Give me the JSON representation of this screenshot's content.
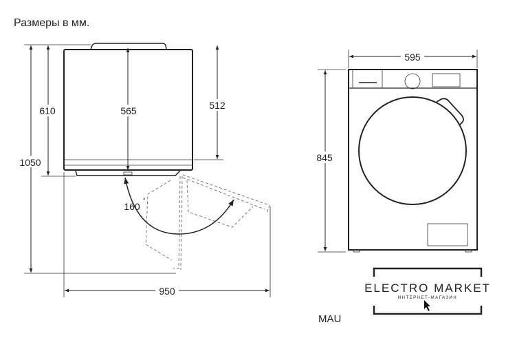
{
  "title": "Размеры в мм.",
  "side_view": {
    "dims": {
      "total_depth_open": "1050",
      "depth": "610",
      "body_depth": "565",
      "top_depth": "512",
      "width_open": "950",
      "door_angle": "160",
      "degree_mark": "°"
    }
  },
  "front_view": {
    "dims": {
      "width": "595",
      "height": "845"
    }
  },
  "model_label": "MAU",
  "logo": {
    "name": "ELECTRO MARKET",
    "subtitle": "ИНТЕРНЕТ-МАГАЗИН"
  }
}
